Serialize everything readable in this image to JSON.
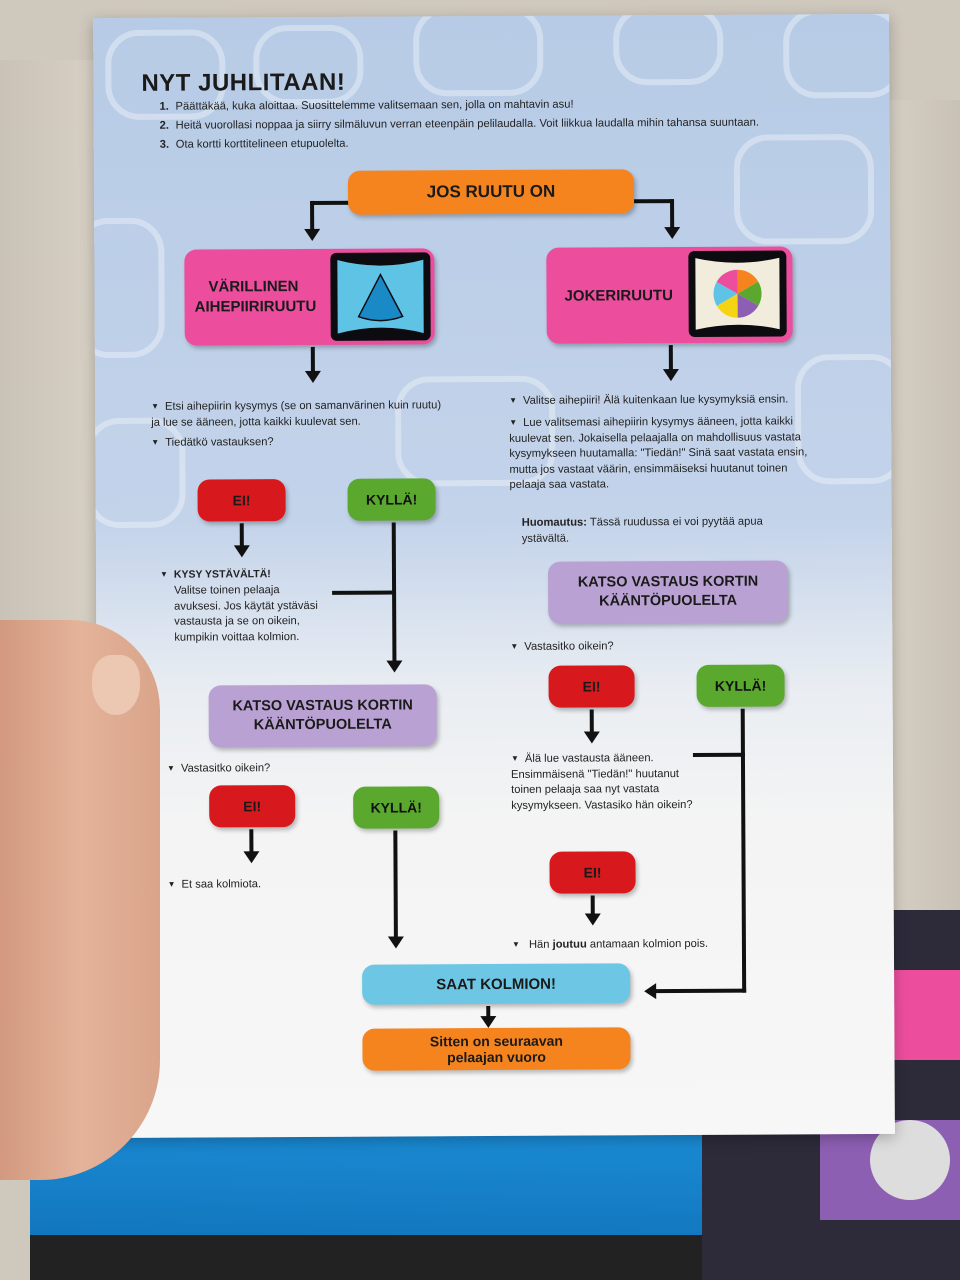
{
  "title": "NYT JUHLITAAN!",
  "steps": [
    {
      "num": "1.",
      "text": "Päättäkää, kuka aloittaa. Suosittelemme valitsemaan sen, jolla on mahtavin asu!"
    },
    {
      "num": "2.",
      "text": "Heitä vuorollasi noppaa ja siirry silmäluvun verran eteenpäin pelilaudalla. Voit liikkua laudalla mihin tahansa suuntaan."
    },
    {
      "num": "3.",
      "text": "Ota kortti korttitelineen etupuolelta."
    }
  ],
  "top_box": "JOS RUUTU ON",
  "left_box": {
    "line1": "VÄRILLINEN",
    "line2": "AIHEPIIRIRUUTU"
  },
  "right_box": "JOKERIRUUTU",
  "left": {
    "bullet1": "Etsi aihepiirin kysymys (se on samanvärinen kuin ruutu) ja lue se ääneen, jotta kaikki kuulevat sen.",
    "bullet2": "Tiedätkö vastauksen?",
    "no": "EI!",
    "yes": "KYLLÄ!",
    "ask_title": "KYSY YSTÄVÄLTÄ!",
    "ask_text": "Valitse toinen pelaaja avuksesi. Jos käytät ystäväsi vastausta ja se on oikein, kumpikin voittaa kolmion.",
    "check_line1": "KATSO VASTAUS KORTIN",
    "check_line2": "KÄÄNTÖPUOLELTA",
    "correct_q": "Vastasitko oikein?",
    "no2": "EI!",
    "yes2": "KYLLÄ!",
    "no_result": "Et saa kolmiota."
  },
  "right": {
    "bullet1": "Valitse aihepiiri! Älä kuitenkaan lue kysymyksiä ensin.",
    "bullet2": "Lue valitsemasi aihepiirin kysymys ääneen, jotta kaikki kuulevat sen. Jokaisella pelaajalla on mahdollisuus vastata kysymykseen huutamalla: \"Tiedän!\" Sinä saat vastata ensin, mutta jos vastaat väärin, ensimmäiseksi huutanut toinen pelaaja saa vastata.",
    "note_label": "Huomautus:",
    "note_text": "Tässä ruudussa ei voi pyytää apua ystävältä.",
    "check_line1": "KATSO VASTAUS KORTIN",
    "check_line2": "KÄÄNTÖPUOLELTA",
    "correct_q": "Vastasitko oikein?",
    "no": "EI!",
    "yes": "KYLLÄ!",
    "other_text": "Älä lue vastausta ääneen. Ensimmäisenä \"Tiedän!\" huutanut toinen pelaaja saa nyt vastata kysymykseen. Vastasiko hän oikein?",
    "no2": "EI!",
    "lose_pre": "Hän",
    "lose_bold": "joutuu",
    "lose_post": "antamaan kolmion pois."
  },
  "get_triangle": "SAAT KOLMION!",
  "next_turn": {
    "line1": "Sitten on seuraavan",
    "line2": "pelaajan vuoro"
  },
  "colors": {
    "orange": "#f5841f",
    "pink": "#ec4e9d",
    "red": "#d7191e",
    "green": "#5aa82e",
    "purple": "#b9a2d3",
    "cyan": "#6dc7e4"
  },
  "icons": [
    "triangle-wedge-icon",
    "color-wheel-icon"
  ]
}
